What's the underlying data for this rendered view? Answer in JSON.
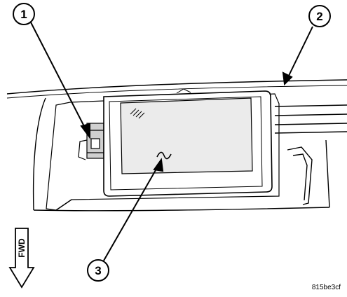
{
  "callouts": [
    {
      "number": "1"
    },
    {
      "number": "2"
    },
    {
      "number": "3"
    }
  ],
  "direction_label": "FWD",
  "figure_code": "815be3cf",
  "colors": {
    "line": "#000000",
    "shade": "#d0d0d0",
    "screen": "#ebebeb",
    "background": "#ffffff"
  }
}
